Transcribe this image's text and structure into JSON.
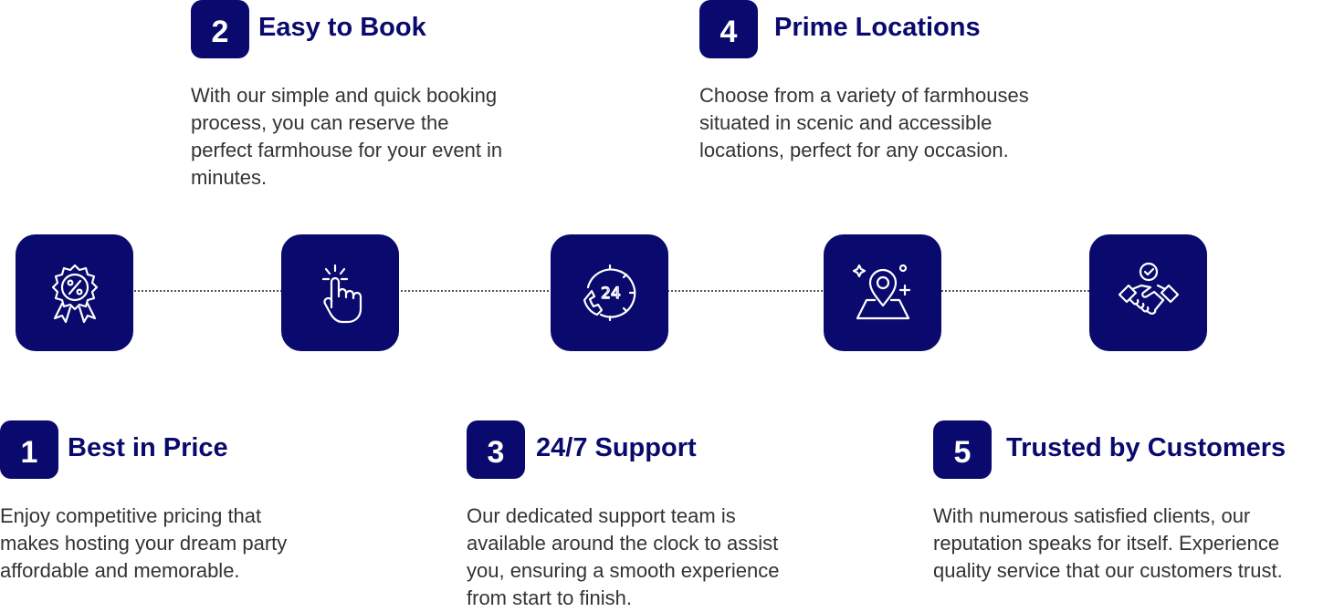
{
  "features": [
    {
      "number": "1",
      "title": "Best in Price",
      "desc": "Enjoy competitive pricing that\nmakes hosting your dream party\naffordable and memorable.",
      "icon": "discount-badge-icon"
    },
    {
      "number": "2",
      "title": "Easy to Book",
      "desc": "With our simple and quick booking\nprocess, you can reserve the\nperfect farmhouse for your event in\nminutes.",
      "icon": "tap-hand-icon"
    },
    {
      "number": "3",
      "title": "24/7 Support",
      "desc": "Our dedicated support team is\navailable around the clock to assist\nyou, ensuring a smooth experience\nfrom start to finish.",
      "icon": "24-hours-icon"
    },
    {
      "number": "4",
      "title": "Prime Locations",
      "desc": "Choose from a variety of farmhouses\nsituated in scenic and accessible\nlocations, perfect for any occasion.",
      "icon": "location-pin-icon"
    },
    {
      "number": "5",
      "title": "Trusted by Customers",
      "desc": "With numerous satisfied clients, our\nreputation speaks for itself. Experience\nquality service that our customers trust.",
      "icon": "handshake-icon"
    }
  ],
  "icon_tile_text": {
    "hours": "24"
  },
  "colors": {
    "accent": "#0a0a6e",
    "text": "#333333",
    "icon_stroke": "#ffffff"
  }
}
